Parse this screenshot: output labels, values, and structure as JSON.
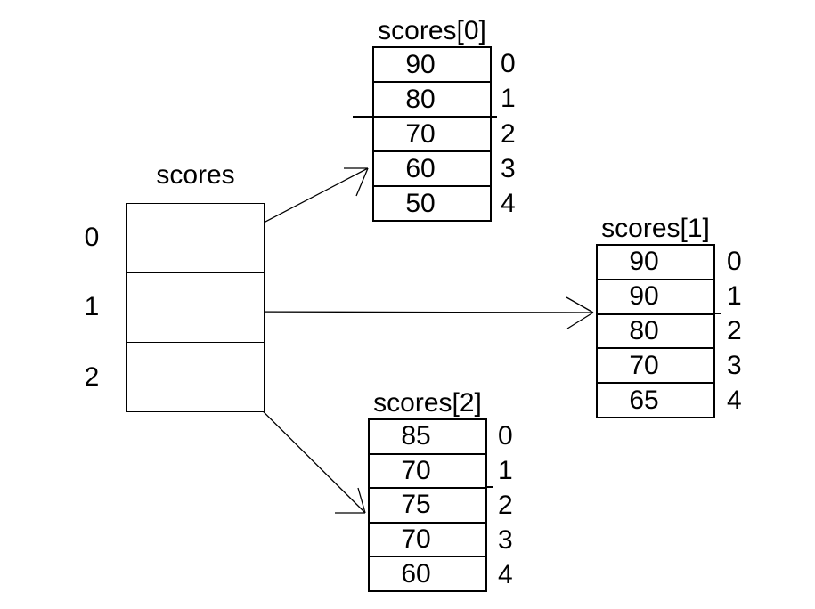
{
  "colors": {
    "background": "#ffffff",
    "ink": "#000000"
  },
  "main_array": {
    "title": "scores",
    "indices": [
      "0",
      "1",
      "2"
    ]
  },
  "sub_arrays": [
    {
      "title": "scores[0]",
      "values": [
        "90",
        "80",
        "70",
        "60",
        "50"
      ],
      "indices": [
        "0",
        "1",
        "2",
        "3",
        "4"
      ]
    },
    {
      "title": "scores[1]",
      "values": [
        "90",
        "90",
        "80",
        "70",
        "65"
      ],
      "indices": [
        "0",
        "1",
        "2",
        "3",
        "4"
      ]
    },
    {
      "title": "scores[2]",
      "values": [
        "85",
        "70",
        "75",
        "70",
        "60"
      ],
      "indices": [
        "0",
        "1",
        "2",
        "3",
        "4"
      ]
    }
  ],
  "arrows": [
    {
      "from": "scores index 0",
      "to": "scores[0]"
    },
    {
      "from": "scores index 1",
      "to": "scores[1]"
    },
    {
      "from": "scores index 2",
      "to": "scores[2]"
    }
  ]
}
